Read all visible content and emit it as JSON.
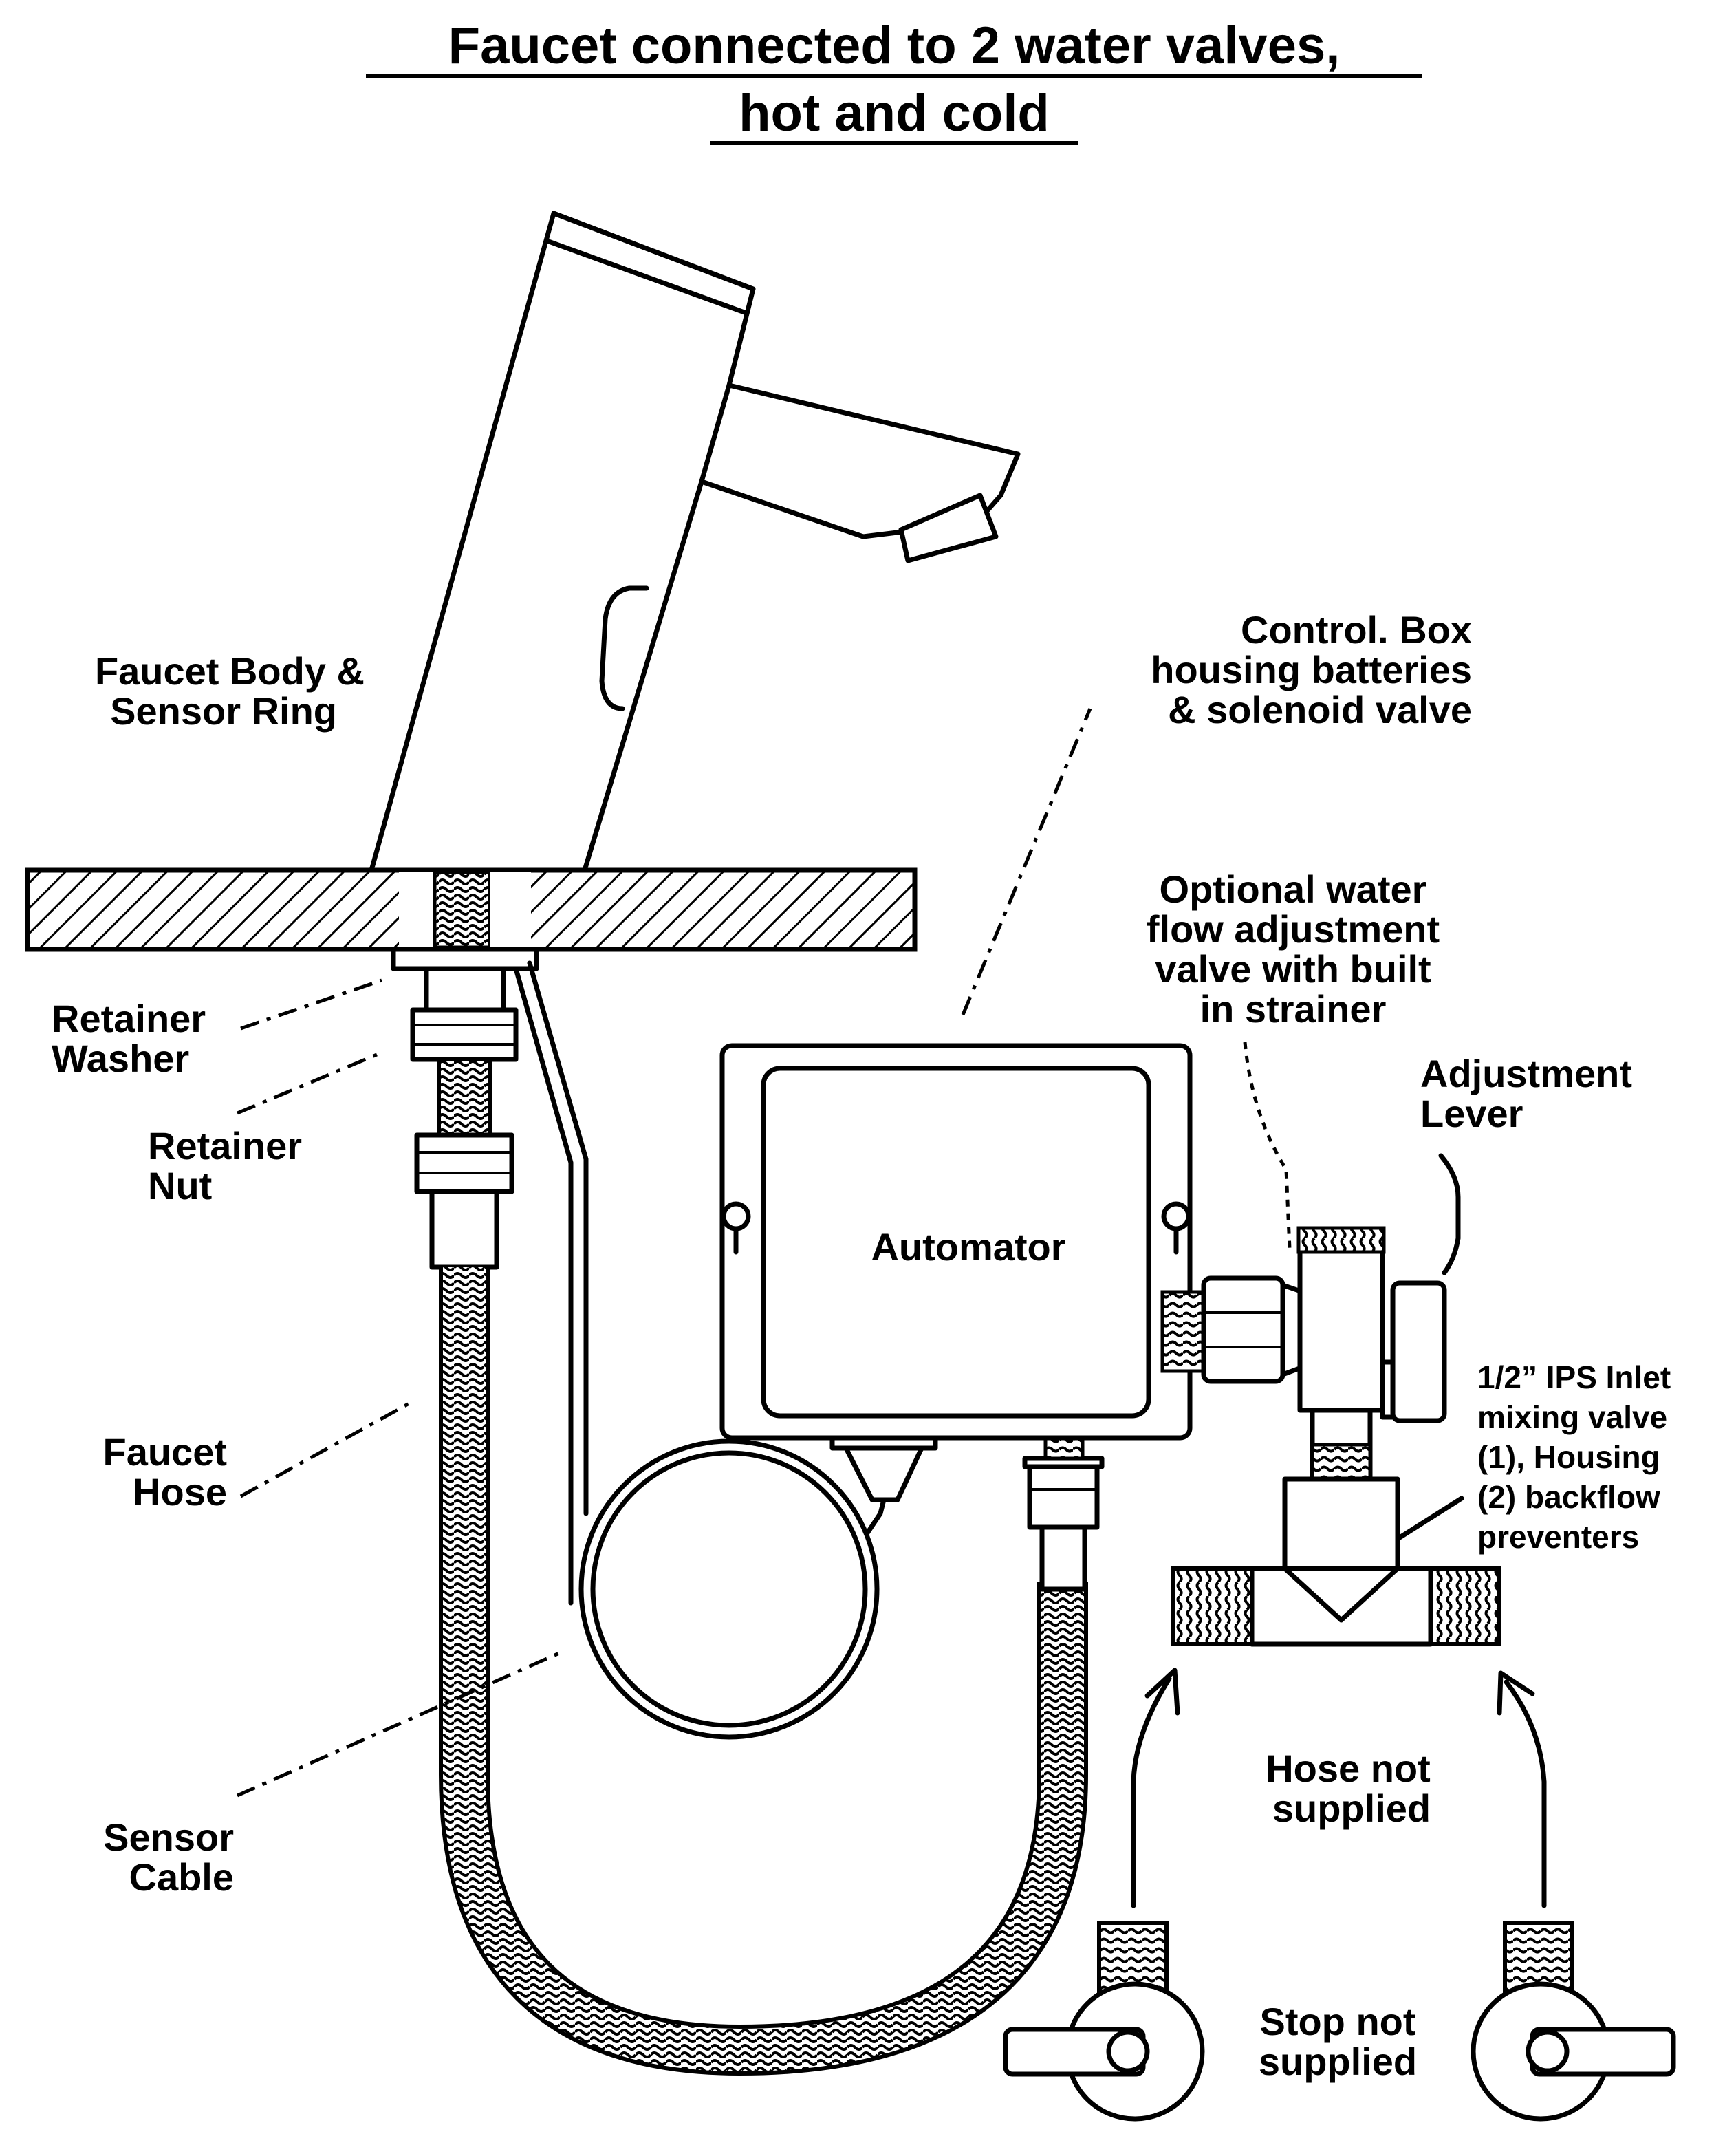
{
  "title": {
    "line1": "Faucet connected to 2 water valves,",
    "line2": "hot and cold"
  },
  "labels": {
    "faucet_body": {
      "line1": "Faucet Body &",
      "line2": "Sensor Ring"
    },
    "control_box": {
      "line1": "Control. Box",
      "line2": "housing batteries",
      "line3": "& solenoid valve"
    },
    "optional_valve": {
      "line1": "Optional water",
      "line2": "flow adjustment",
      "line3": "valve with built",
      "line4": "in strainer"
    },
    "adjustment_lever": {
      "line1": "Adjustment",
      "line2": "Lever"
    },
    "retainer_washer": {
      "line1": "Retainer",
      "line2": "Washer"
    },
    "retainer_nut": {
      "line1": "Retainer",
      "line2": "Nut"
    },
    "automator": "Automator",
    "inlet_valve": {
      "line1": "1/2” IPS Inlet",
      "line2": "mixing valve",
      "line3": "(1), Housing",
      "line4": "(2) backflow",
      "line5": "preventers"
    },
    "faucet_hose": {
      "line1": "Faucet",
      "line2": "Hose"
    },
    "hose_not_supplied": {
      "line1": "Hose not",
      "line2": "supplied"
    },
    "sensor_cable": {
      "line1": "Sensor",
      "line2": "Cable"
    },
    "stop_not_supplied": {
      "line1": "Stop not",
      "line2": "supplied"
    }
  },
  "colors": {
    "ink": "#000000",
    "paper": "#ffffff"
  }
}
